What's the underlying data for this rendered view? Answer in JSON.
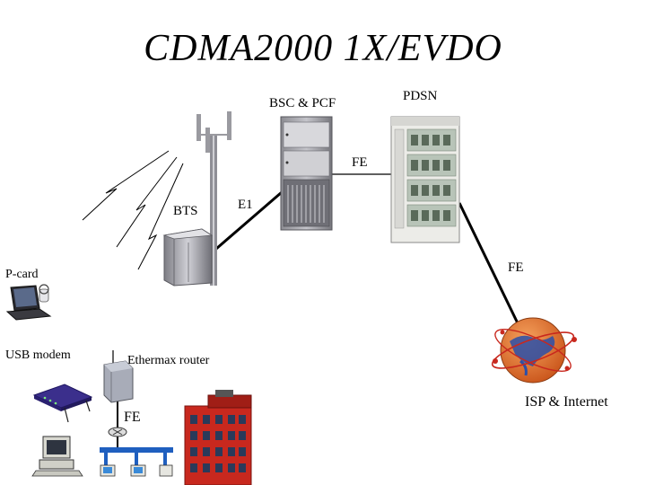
{
  "title": "CDMA2000 1X/EVDO",
  "labels": {
    "bsc_pcf": "BSC & PCF",
    "pdsn": "PDSN",
    "fe_pdsn": "FE",
    "bts": "BTS",
    "e1": "E1",
    "fe_isp": "FE",
    "pcard": "P-card",
    "usb_modem": "USB modem",
    "ethermax_router": "Ethermax router",
    "fe_router": "FE",
    "isp_internet": "ISP & Internet"
  },
  "colors": {
    "link": "#000000",
    "rack": "#9a9aa0",
    "globe_orange": "#e8732a",
    "globe_blue": "#2a4fa8",
    "router_purple": "#3b2f8c",
    "building_red": "#c8281e",
    "lan_blue": "#1f5fbf"
  }
}
